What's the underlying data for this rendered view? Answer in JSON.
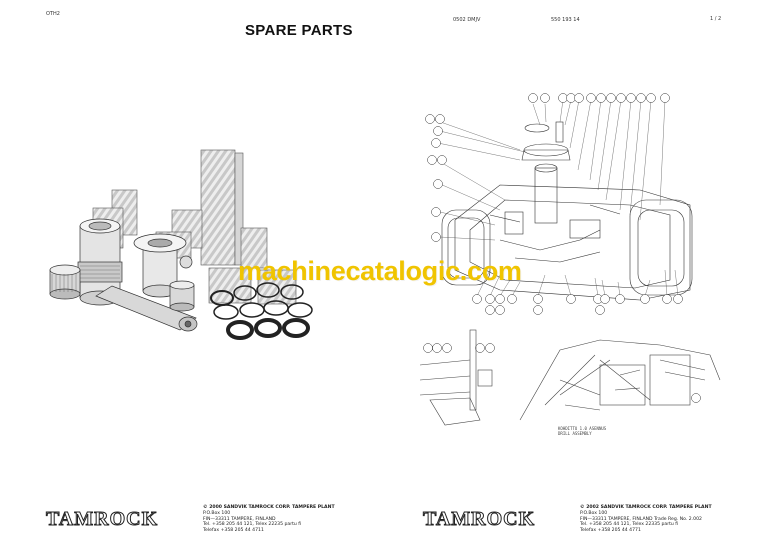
{
  "left_page": {
    "code": "OTH2",
    "title": "SPARE PARTS"
  },
  "right_page": {
    "code": "0502 DMJV",
    "part_number": "550 193 14",
    "page": "1 / 2",
    "drawing_note_line1": "KOHDITTU 1.0 ASENNUS",
    "drawing_note_line2": "DRILL ASSEMBLY"
  },
  "watermark": "machinecatalogic.com",
  "footer_left": {
    "logo": "TAMROCK",
    "line1": "© 2000 SANDVIK TAMROCK CORP. TAMPERE PLANT",
    "line2": "P.O.Box 100",
    "line3": "FIN—33311 TAMPERE, FINLAND",
    "line4": "Tel. +358 205 44 121, Telex 22235 partu fi",
    "line5": "Telefax +358 205 44 4711"
  },
  "footer_right": {
    "logo": "TAMROCK",
    "line1": "© 2002 SANDVIK TAMROCK CORP. TAMPERE PLANT",
    "line2": "P.O.Box 100",
    "line3": "FIN—33311 TAMPERE, FINLAND   Trade Reg. No. 2.002",
    "line4": "Tel. +358 205 44 121, Telex 22335 partu fi",
    "line5": "Telefax +358 205 44 4771"
  }
}
